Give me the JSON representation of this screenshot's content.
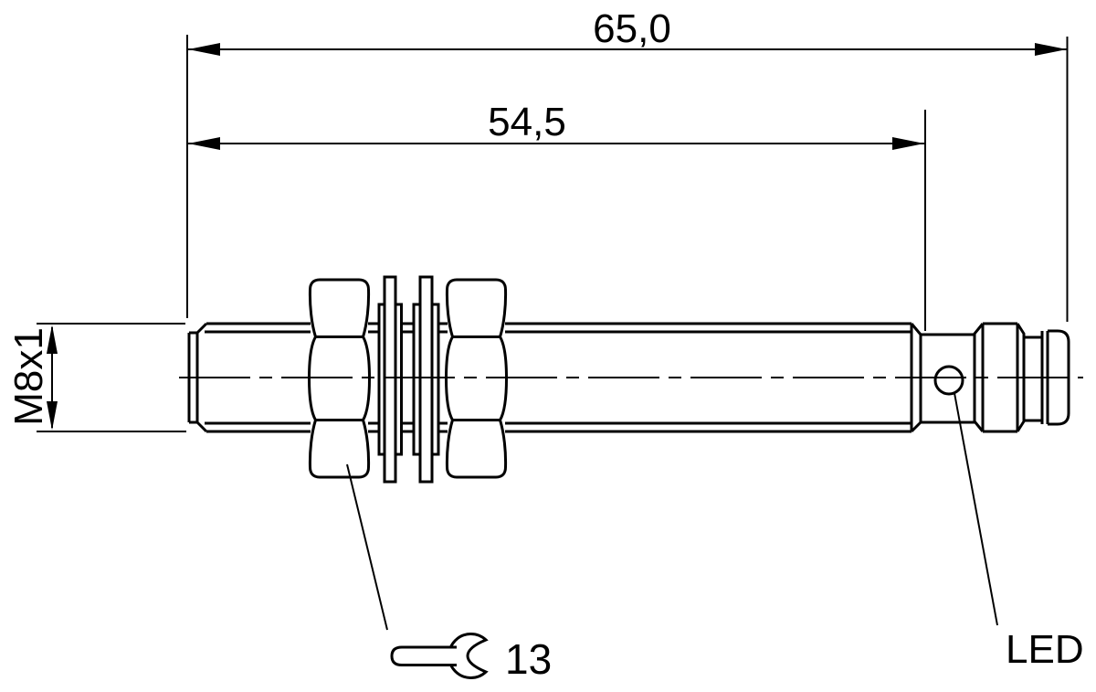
{
  "drawing": {
    "type": "technical-dimension-drawing",
    "subject": "M8 threaded cylindrical tubular sensor with connector, side view",
    "dimensions": {
      "overall_length": "65,0",
      "thread_length": "54,5",
      "thread_spec": "M8x1"
    },
    "callouts": {
      "wrench_size": "13",
      "led": "LED"
    },
    "colors": {
      "line": "#000000",
      "background": "#ffffff"
    }
  }
}
